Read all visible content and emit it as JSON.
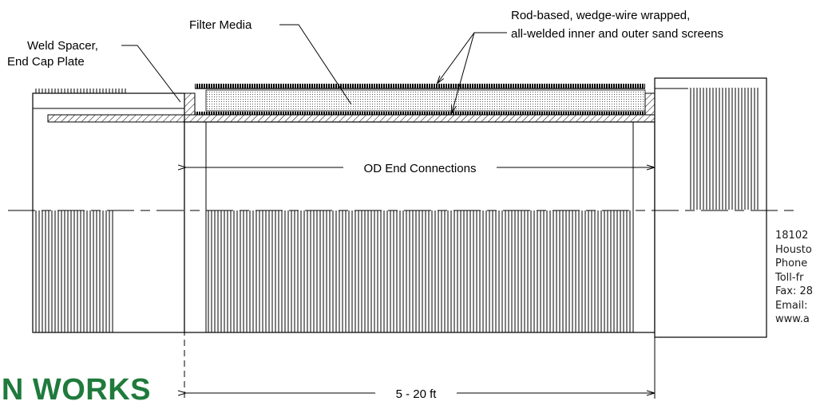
{
  "labels": {
    "filter_media": "Filter Media",
    "weld_spacer_line1": "Weld Spacer,",
    "weld_spacer_line2": "End Cap Plate",
    "screens_line1": "Rod-based, wedge-wire wrapped,",
    "screens_line2": "all-welded inner and outer sand screens",
    "od_end_connections": "OD End Connections",
    "length": "5 - 20 ft"
  },
  "contact": {
    "address": "18102",
    "city": "Housto",
    "phone": "Phone",
    "toll_free": "Toll-fr",
    "fax": "Fax: 28",
    "email": "Email:",
    "web": "www.a"
  },
  "logo": {
    "text": "EN WORKS",
    "color": "#1f7a3c"
  }
}
